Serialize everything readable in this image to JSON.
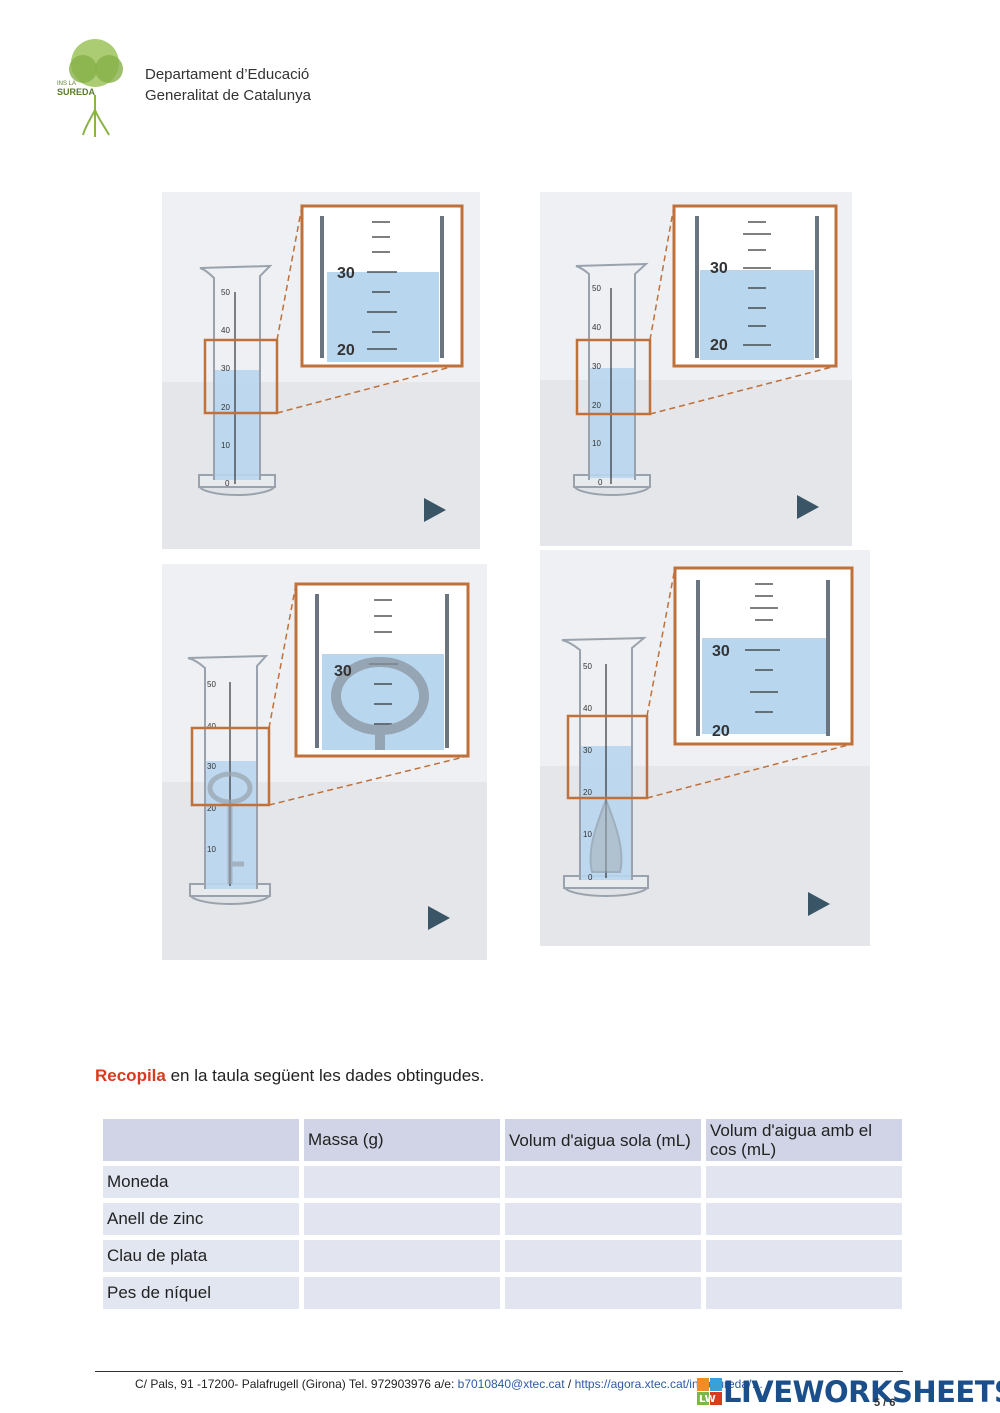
{
  "header": {
    "logo_text_top": "INS LA",
    "logo_text_bottom": "SUREDA",
    "dept_line1": "Departament d’Educació",
    "dept_line2": "Generalitat de Catalunya"
  },
  "cylinders": {
    "scale_labels": [
      "50",
      "40",
      "30",
      "20",
      "10",
      "0"
    ],
    "zoom_panels": [
      {
        "upper": "30",
        "lower": "20"
      },
      {
        "upper": "30",
        "lower": "20"
      },
      {
        "upper": "30",
        "lower": ""
      },
      {
        "upper": "30",
        "lower": "20"
      }
    ]
  },
  "instruction": {
    "keyword": "Recopila",
    "rest": " en la taula següent les dades obtingudes."
  },
  "table": {
    "headers": [
      "",
      "Massa (g)",
      "Volum d'aigua sola (mL)",
      "Volum d'aigua amb el cos (mL)"
    ],
    "rows": [
      "Moneda",
      "Anell de zinc",
      "Clau de plata",
      "Pes de níquel"
    ]
  },
  "footer": {
    "address": "C/ Pals, 91 -17200- Palafrugell (Girona) Tel. 972903976 a/e: ",
    "email": "b7010840@xtec.cat",
    "sep": " / ",
    "url": "https://agora.xtec.cat/insasureda/…",
    "page": "5 / 6"
  },
  "brand": {
    "name": "LIVEWORKSHEETS",
    "badge": "LW"
  },
  "colors": {
    "accent": "#d83b1f",
    "zoom_frame": "#c0703a",
    "water": "#b8d6ee",
    "table": "#d8dcea",
    "brand": "#1a4f8b"
  }
}
